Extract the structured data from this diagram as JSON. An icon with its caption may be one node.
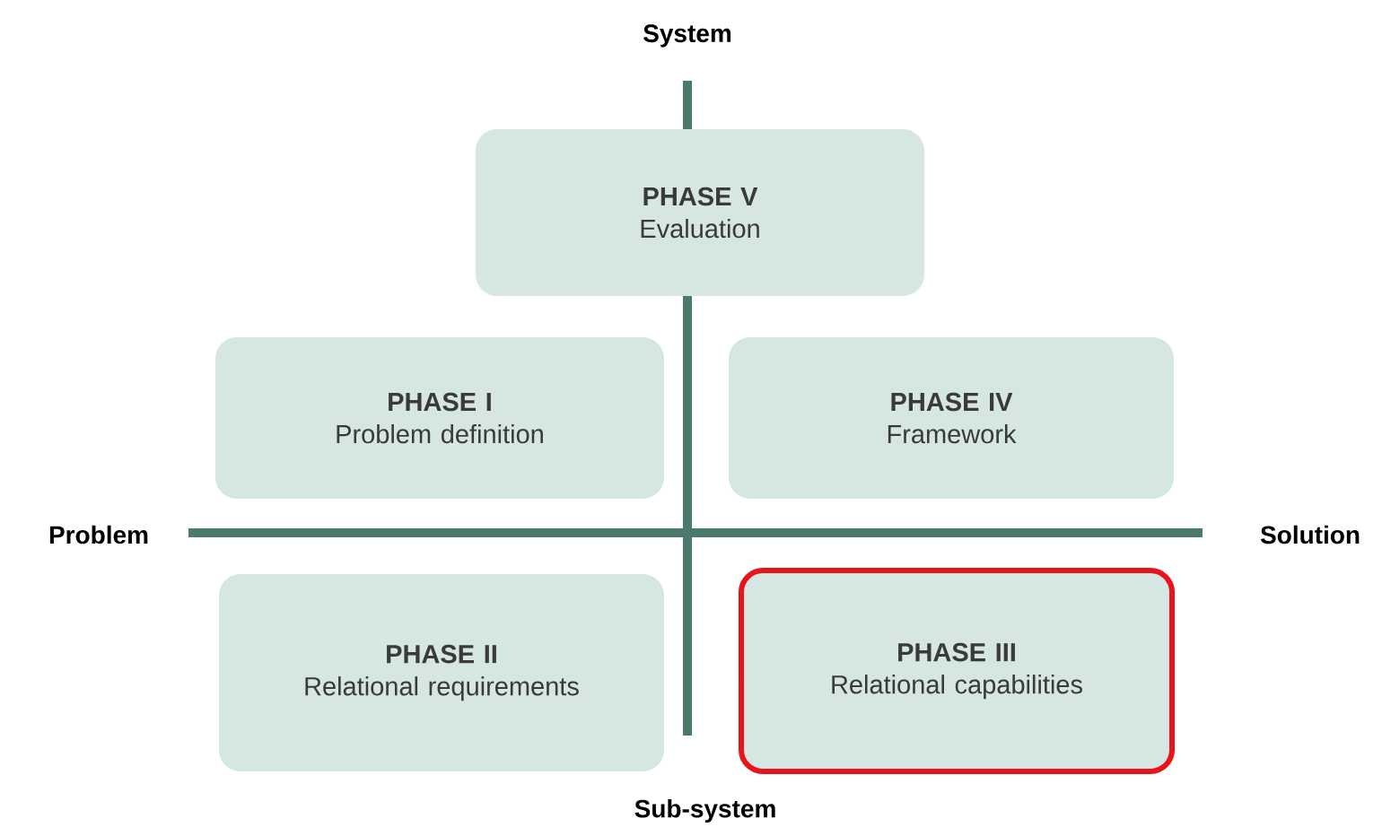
{
  "diagram": {
    "nodes": [
      {
        "text": [
          "PHASE V",
          "Evaluation"
        ]
      },
      {
        "text": [
          "PHASE I",
          "Problem definition"
        ]
      },
      {
        "text": [
          "PHASE IV",
          "Framework"
        ]
      },
      {
        "text": [
          "PHASE II",
          "Relational requirements"
        ]
      },
      {
        "text": [
          "PHASE III",
          "Relational capabilities"
        ]
      }
    ],
    "labels": [
      "System",
      "Problem",
      "Solution",
      "Sub-system"
    ]
  }
}
